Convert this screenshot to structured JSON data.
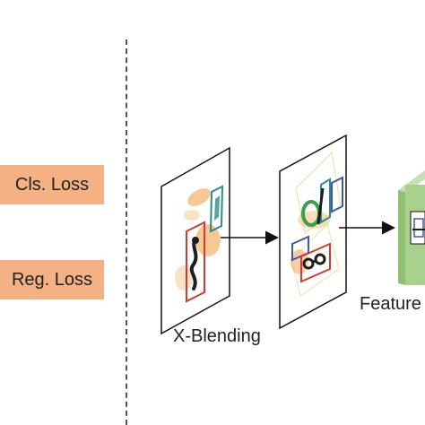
{
  "losses": {
    "cls": "Cls. Loss",
    "reg": "Reg. Loss"
  },
  "labels": {
    "blending": "X-Blending",
    "feature": "Feature"
  },
  "colors": {
    "loss_box": "#f4b183",
    "feature_block_front": "#a9d18e",
    "feature_block_top": "#c5e0b4",
    "box_red": "#d23c2a",
    "box_teal": "#2e8b8b",
    "box_blue": "#3a5aa8",
    "orange_blob": "#f39a3c"
  }
}
